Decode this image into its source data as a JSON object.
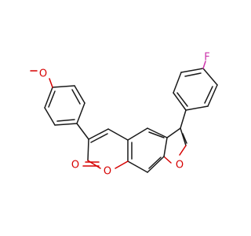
{
  "colors": {
    "bond": "#1a1a1a",
    "oxygen": "#d60000",
    "fluorine": "#cc33aa",
    "background": "#ffffff"
  },
  "atoms": {
    "fluorine": "F",
    "carbonyl_oxygen": "O",
    "ring_oxygen": "O",
    "furan_oxygen": "O",
    "methoxy_oxygen": "O"
  }
}
